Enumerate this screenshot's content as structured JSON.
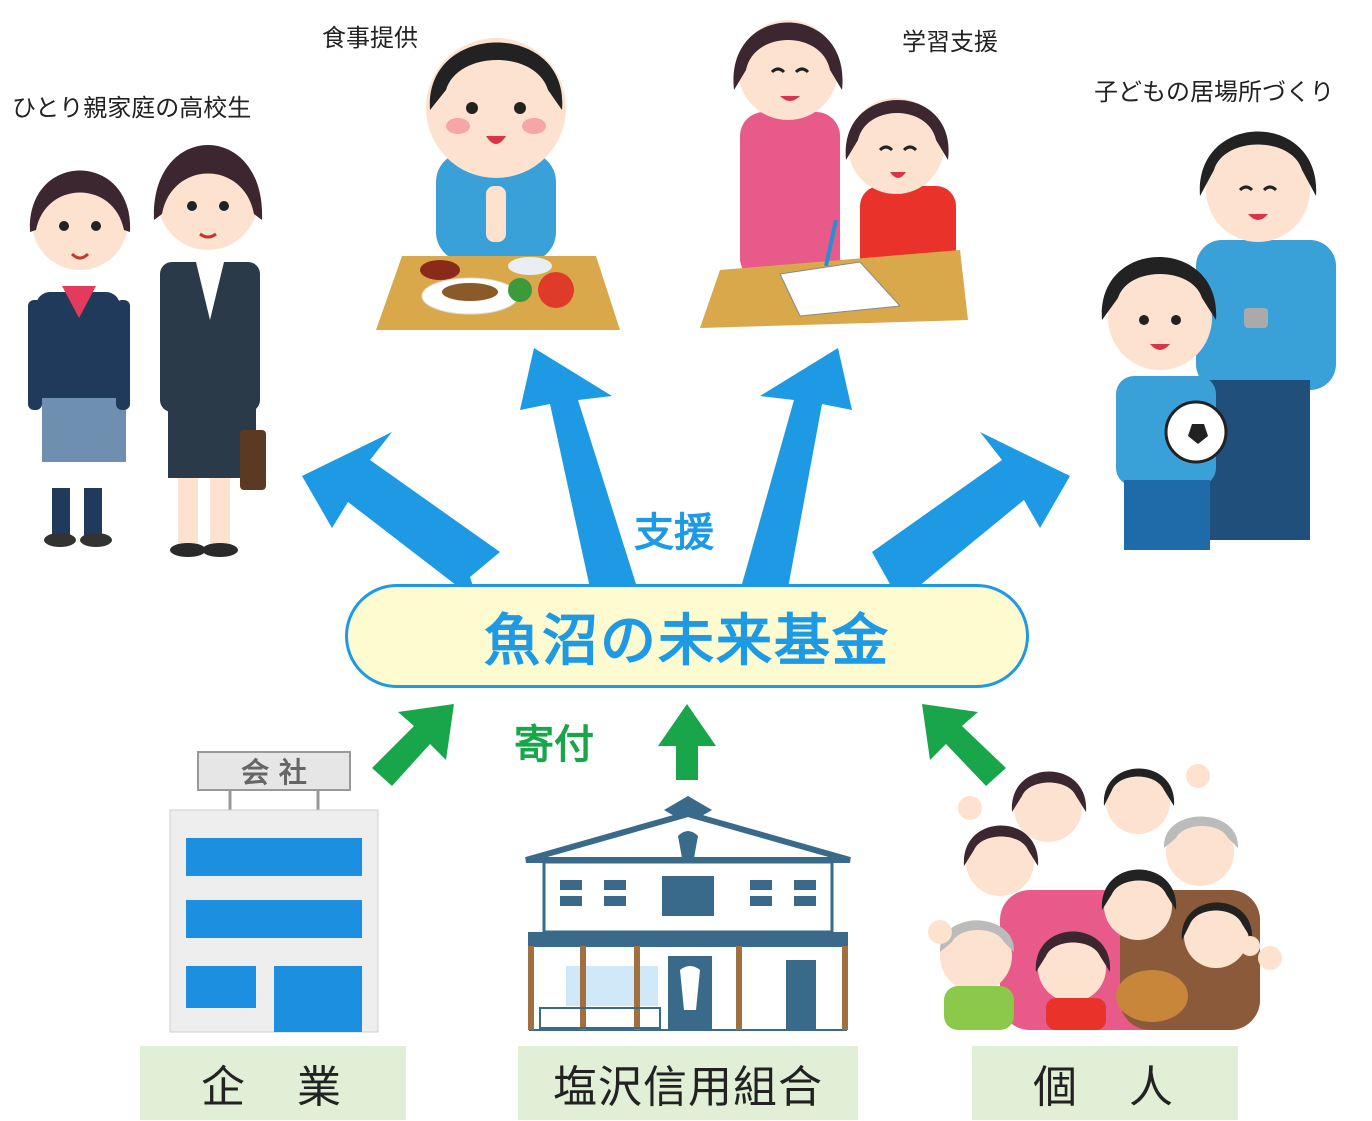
{
  "beneficiaries": {
    "single_parent": "ひとり親家庭の高校生",
    "meals": "食事提供",
    "study": "学習支援",
    "place": "子どもの居場所づくり"
  },
  "arrow_labels": {
    "support": "支援",
    "donation": "寄付"
  },
  "fund_name": "魚沼の未来基金",
  "donors": {
    "company": "企　業",
    "credit_union": "塩沢信用組合",
    "individual": "個　人"
  },
  "signs": {
    "company_sign": "会 社"
  },
  "colors": {
    "support_arrow": "#1d9ae3",
    "donation_arrow": "#19a64a",
    "fund_fill": "#fdfbcf",
    "donor_box": "#e1efd6"
  }
}
